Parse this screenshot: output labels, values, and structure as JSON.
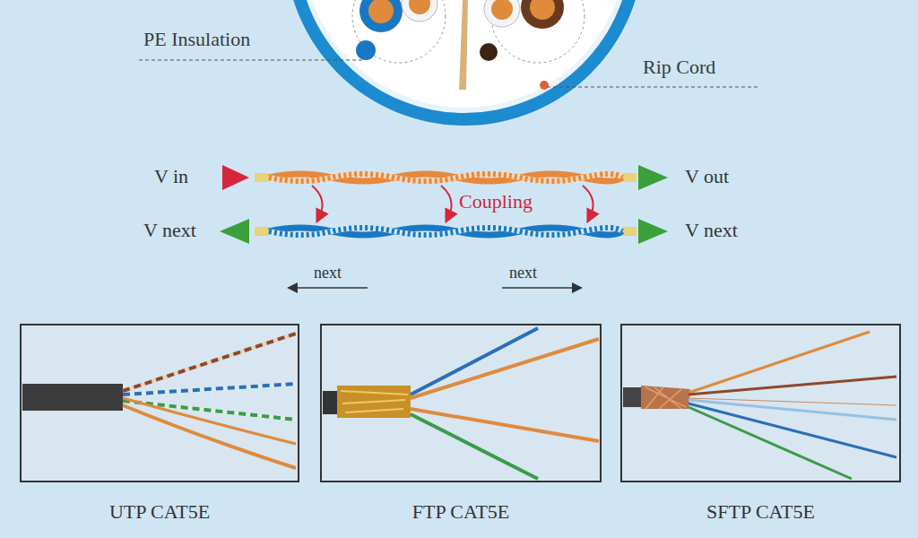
{
  "diagram": {
    "nodes": [
      {
        "text": [
          "UTP CAT5E"
        ]
      },
      {
        "text": [
          "FTP CAT5E"
        ]
      },
      {
        "text": [
          "SFTP CAT5E"
        ]
      }
    ],
    "labels": [
      "PE Insulation",
      "Rip Cord",
      "V in",
      "V out",
      "V next",
      "V next",
      "Coupling",
      "next",
      "next"
    ]
  }
}
